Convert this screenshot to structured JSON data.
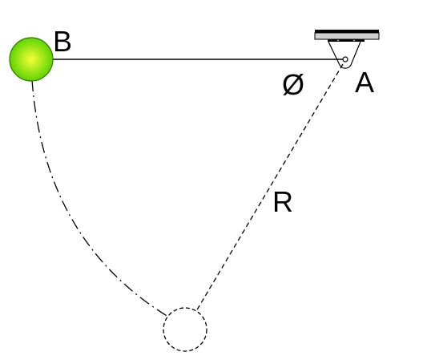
{
  "labels": {
    "ball_start": "B",
    "pivot": "A",
    "angle": "Ø",
    "radius": "R"
  },
  "colors": {
    "ball_center": "#f4ff3a",
    "ball_edge": "#5fd400",
    "ball_outline": "#2f7a00",
    "line": "#000000",
    "background": "#ffffff"
  }
}
